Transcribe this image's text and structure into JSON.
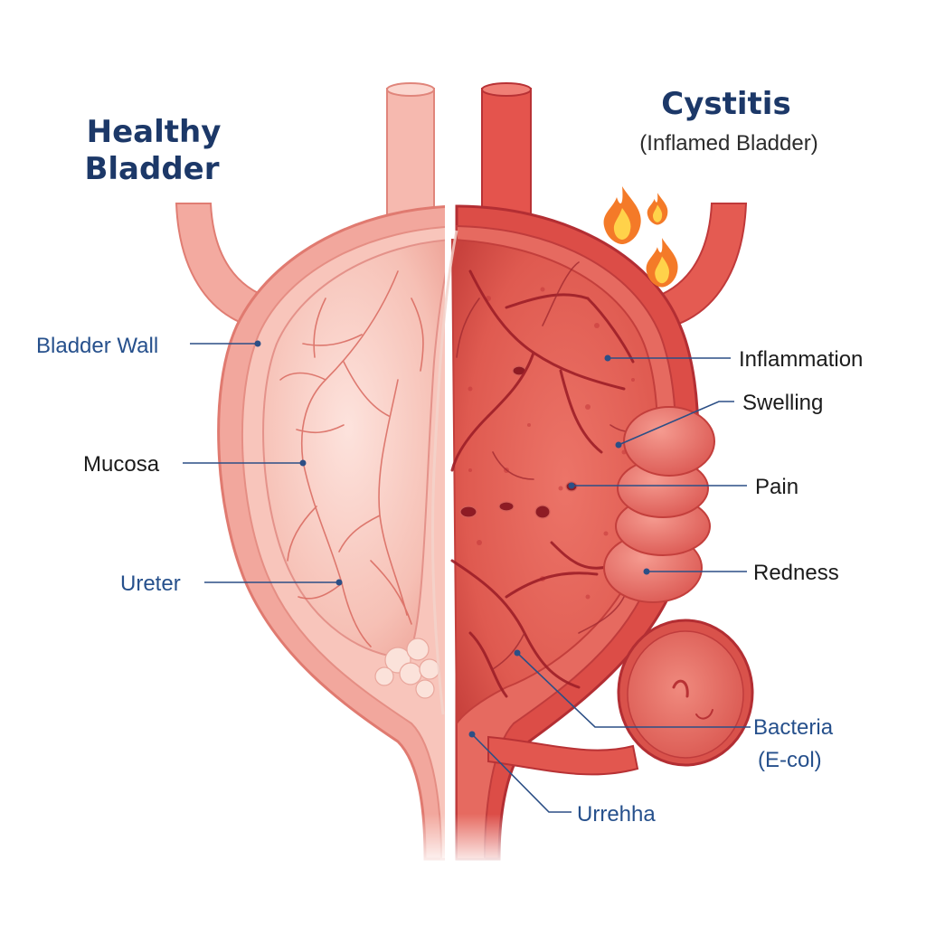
{
  "titles": {
    "healthy_line1": "Healthy",
    "healthy_line2": "Bladder",
    "cystitis": "Cystitis",
    "cystitis_sub": "(Inflamed Bladder)"
  },
  "labels": {
    "bladder_wall": "Bladder Wall",
    "mucosa": "Mucosa",
    "ureter": "Ureter",
    "inflammation": "Inflammation",
    "swelling": "Swelling",
    "pain": "Pain",
    "redness": "Redness",
    "bacteria_line1": "Bacteria",
    "bacteria_line2": "(E-col)",
    "urethra": "Urrehha"
  },
  "colors": {
    "healthy_fill": "#f5b7ad",
    "healthy_light": "#fbd9d2",
    "healthy_vein": "#d9695f",
    "inflamed_fill": "#e0584f",
    "inflamed_dark": "#c2363a",
    "inflamed_vein": "#9e1f28",
    "label_blue": "#26508c",
    "title_navy": "#1c3868",
    "flame_orange": "#f47a28",
    "flame_yellow": "#ffd24a"
  },
  "icons": [
    "flame-icon",
    "flame-icon",
    "flame-icon"
  ]
}
